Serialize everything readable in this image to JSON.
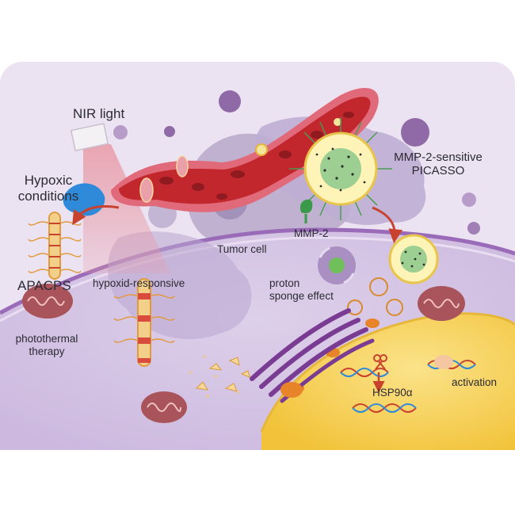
{
  "labels": {
    "nir_light": "NIR light",
    "hypoxic_line1": "Hypoxic",
    "hypoxic_line2": "conditions",
    "apacps": "APACPS",
    "hypoxid_responsive": "hypoxid-responsive",
    "tumor_cell": "Tumor cell",
    "mmp2": "MMP-2",
    "mmp2_sensitive_line1": "MMP-2-sensitive",
    "mmp2_sensitive_line2": "PICASSO",
    "proton_line1": "proton",
    "proton_line2": "sponge effect",
    "photothermal_line1": "photothermal",
    "photothermal_line2": "therapy",
    "hsp90a": "HSP90α",
    "activation": "activation"
  },
  "icons": [
    "light-source-icon",
    "blood-vessel-icon",
    "nanoparticle-icon",
    "mitochondria-icon",
    "golgi-icon",
    "dna-icon",
    "scissors-icon",
    "enzyme-icon",
    "nucleus-icon"
  ],
  "colors": {
    "background": "#ece3f2",
    "cytoplasm": "#d9c9e6",
    "membrane": "#9a6bb8",
    "vessel": "#c2272d",
    "nucleus": "#f7d04a",
    "nanoparticle_shell": "#fff4b8",
    "arrow": "#c8422e"
  }
}
